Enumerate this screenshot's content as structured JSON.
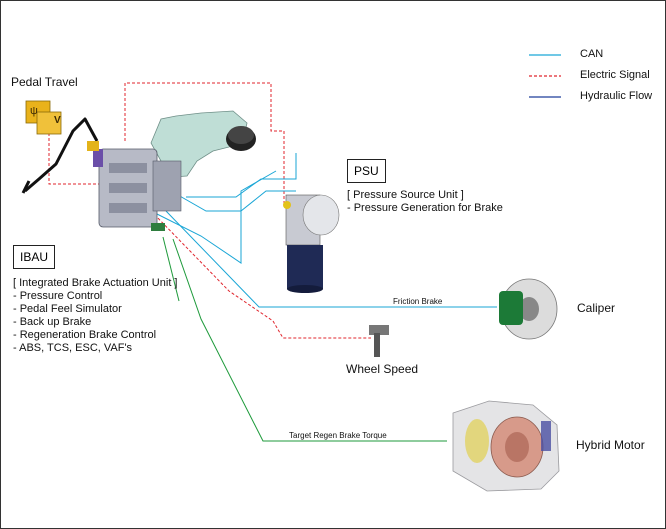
{
  "legend": {
    "can": "CAN",
    "electric": "Electric Signal",
    "hydraulic": "Hydraulic Flow"
  },
  "colors": {
    "can": "#1aa6d6",
    "electric": "#e0262e",
    "hydraulic": "#1f3f9a",
    "green": "#1e9a3b"
  },
  "pedal": {
    "label": "Pedal Travel",
    "sensor_glyph_1": "ψ",
    "sensor_glyph_2": "V"
  },
  "ibau": {
    "title": "IBAU",
    "lines": [
      "[ Integrated Brake Actuation Unit ]",
      "- Pressure Control",
      "- Pedal Feel Simulator",
      "- Back up Brake",
      "- Regeneration Brake Control",
      "- ABS, TCS, ESC, VAF's"
    ]
  },
  "psu": {
    "title": "PSU",
    "lines": [
      "[ Pressure Source Unit ]",
      "- Pressure Generation for Brake"
    ]
  },
  "friction_brake": "Friction Brake",
  "caliper": "Caliper",
  "wheel_speed": "Wheel Speed",
  "target_regen": "Target Regen Brake Torque",
  "hybrid_motor": "Hybrid Motor"
}
